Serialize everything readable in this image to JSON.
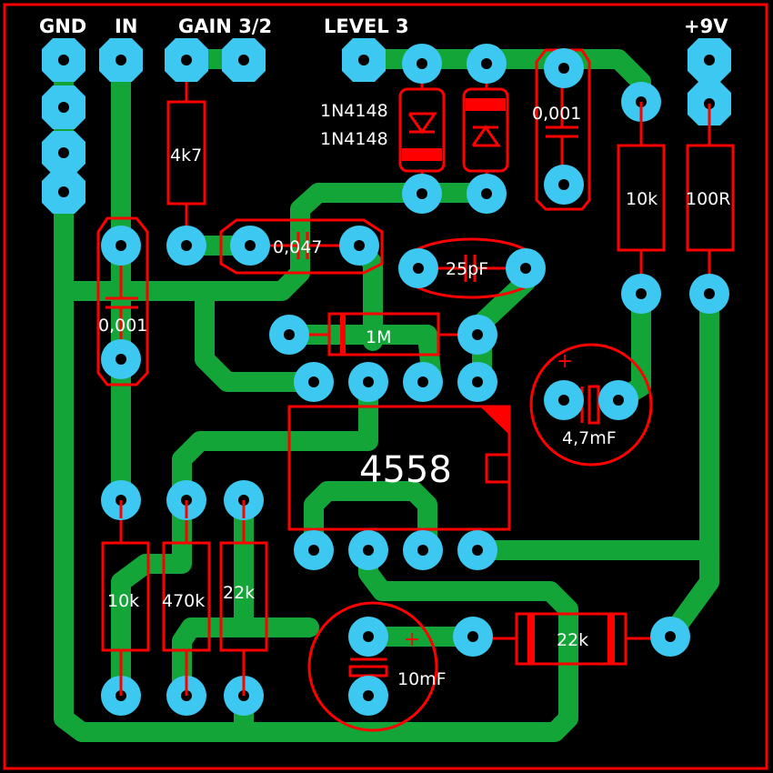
{
  "colors": {
    "background": "#000000",
    "trace": "#13a538",
    "pad": "#3cc8f0",
    "silkscreen": "#ff0000",
    "text": "#ffffff"
  },
  "headers": {
    "gnd": "GND",
    "in": "IN",
    "gain": "GAIN 3/2",
    "level": "LEVEL 3",
    "v9": "+9V"
  },
  "components": {
    "r_4k7": "4k7",
    "d1": "1N4148",
    "d2": "1N4148",
    "c_0001_top": "0,001",
    "r_10k_right": "10k",
    "r_100r": "100R",
    "c_0047": "0,047",
    "c_25pf": "25pF",
    "c_0001_left": "0,001",
    "r_1m": "1M",
    "c_47mf": "4,7mF",
    "ic": "4558",
    "r_10k_bottom": "10k",
    "r_470k": "470k",
    "r_22k_bottom": "22k",
    "c_10mf": "10mF",
    "r_22k_right": "22k"
  },
  "polarity": {
    "c_47mf_plus": "+",
    "c_10mf_plus": "+"
  }
}
